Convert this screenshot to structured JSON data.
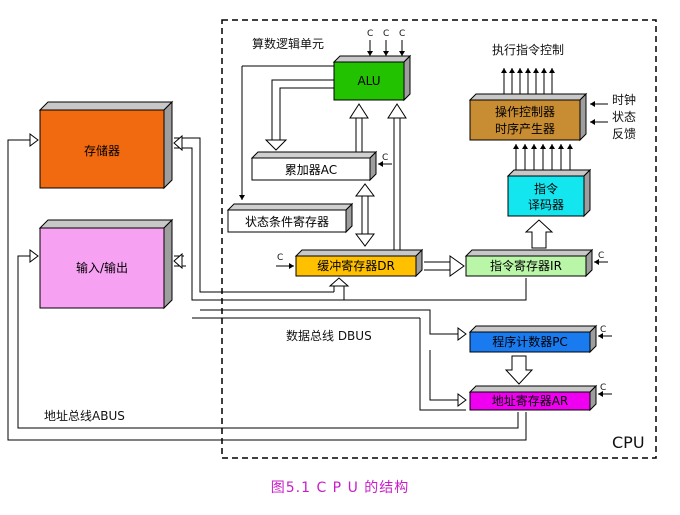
{
  "caption": "图5.1  C P U 的结构",
  "cpu_label": "CPU",
  "labels": {
    "alu_unit": "算数逻辑单元",
    "exec_control": "执行指令控制",
    "clock": "时钟",
    "status": "状态",
    "feedback": "反馈",
    "dbus": "数据总线 DBUS",
    "abus": "地址总线ABUS",
    "c": "C"
  },
  "blocks": {
    "memory": "存储器",
    "io": "输入/输出",
    "alu": "ALU",
    "ac": "累加器AC",
    "psw": "状态条件寄存器",
    "dr": "缓冲寄存器DR",
    "ir": "指令寄存器IR",
    "decoder_line1": "指令",
    "decoder_line2": "译码器",
    "ctrl_line1": "操作控制器",
    "ctrl_line2": "时序产生器",
    "pc": "程序计数器PC",
    "ar": "地址寄存器AR"
  },
  "colors": {
    "memory": "#f26a10",
    "io": "#f7a1f2",
    "alu": "#22c200",
    "dr": "#ffc000",
    "ir": "#b9f6a8",
    "decoder": "#14e6f0",
    "ctrl": "#c88c32",
    "pc": "#1a7bf0",
    "ar": "#f000f0",
    "side": "#9e9e9e",
    "caption": "#c81ec8"
  }
}
